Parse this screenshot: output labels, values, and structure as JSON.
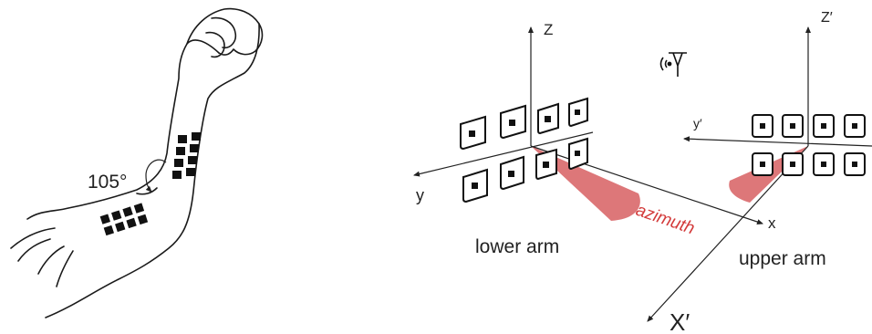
{
  "arm_illustration": {
    "angle_label": "105°"
  },
  "diagram": {
    "axes_lower": {
      "z": "Z",
      "y": "y",
      "x": "x"
    },
    "axes_upper": {
      "z": "Z′",
      "y": "y′",
      "x": "X′"
    },
    "azimuth_label": "azimuth",
    "lower_arm_label": "lower arm",
    "upper_arm_label": "upper arm",
    "colors": {
      "sector": "#d9686a",
      "azimuth_text": "#d33a3a",
      "ink": "#1a1a1a"
    },
    "icons": [
      "antenna-icon"
    ]
  }
}
